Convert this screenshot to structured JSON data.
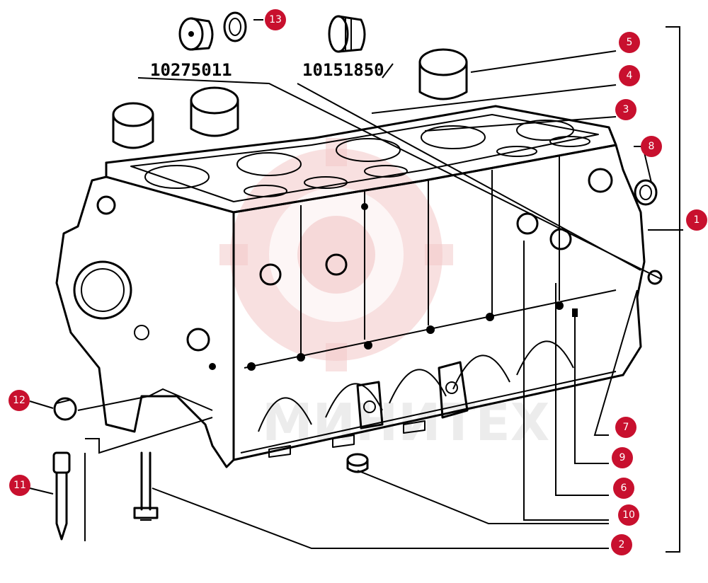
{
  "diagram": {
    "part_codes": [
      "10275011",
      "10151850"
    ],
    "callouts": [
      "1",
      "2",
      "3",
      "4",
      "5",
      "6",
      "7",
      "8",
      "9",
      "10",
      "11",
      "12",
      "13"
    ],
    "watermark_text": "МИНИТЕХ",
    "callout_color": "#c8102e",
    "watermark_color": "#f2c6c6"
  }
}
